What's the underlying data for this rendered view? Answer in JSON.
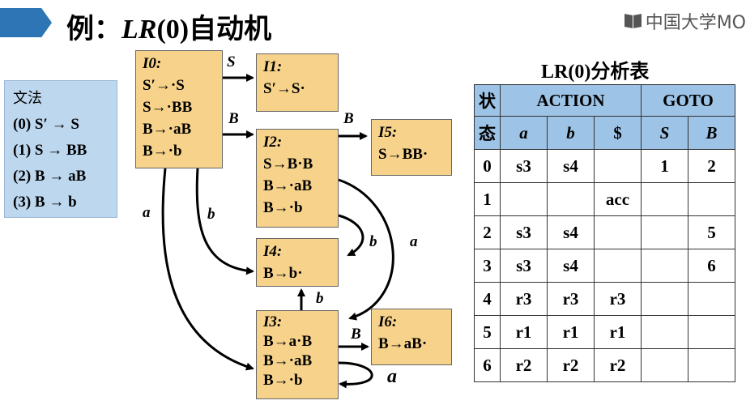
{
  "header": {
    "title_prefix": "例：",
    "title_italic": "LR",
    "title_suffix": "(0)自动机",
    "logo_text": "中国大学MO"
  },
  "grammar": {
    "title": "文法",
    "rules": [
      "(0) S′ → S",
      "(1) S → BB",
      "(2) B → aB",
      "(3) B → b"
    ]
  },
  "states": {
    "I0": {
      "name": "I0:",
      "items": [
        "S′→·S",
        "S→·BB",
        "B→·aB",
        "B→·b"
      ]
    },
    "I1": {
      "name": "I1:",
      "items": [
        "S′→S·"
      ]
    },
    "I2": {
      "name": "I2:",
      "items": [
        "S→B·B",
        "B→·aB",
        "B→·b"
      ]
    },
    "I3": {
      "name": "I3:",
      "items": [
        "B→a·B",
        "B→·aB",
        "B→·b"
      ]
    },
    "I4": {
      "name": "I4:",
      "items": [
        "B→b·"
      ]
    },
    "I5": {
      "name": "I5:",
      "items": [
        "S→BB·"
      ]
    },
    "I6": {
      "name": "I6:",
      "items": [
        "B→aB·"
      ]
    }
  },
  "edges": [
    {
      "from": "I0",
      "to": "I1",
      "label": "S"
    },
    {
      "from": "I0",
      "to": "I2",
      "label": "B"
    },
    {
      "from": "I0",
      "to": "I3",
      "label": "a"
    },
    {
      "from": "I0",
      "to": "I4",
      "label": "b"
    },
    {
      "from": "I2",
      "to": "I5",
      "label": "B"
    },
    {
      "from": "I2",
      "to": "I4",
      "label": "b"
    },
    {
      "from": "I2",
      "to": "I3",
      "label": "a"
    },
    {
      "from": "I3",
      "to": "I4",
      "label": "b"
    },
    {
      "from": "I3",
      "to": "I6",
      "label": "B"
    },
    {
      "from": "I3",
      "to": "I3",
      "label": "a"
    }
  ],
  "table": {
    "title": "LR(0)分析表",
    "state_header": [
      "状",
      "态"
    ],
    "action_header": "ACTION",
    "goto_header": "GOTO",
    "action_cols": [
      "a",
      "b",
      "$"
    ],
    "goto_cols": [
      "S",
      "B"
    ],
    "rows": [
      [
        "0",
        "s3",
        "s4",
        "",
        "1",
        "2"
      ],
      [
        "1",
        "",
        "",
        "acc",
        "",
        ""
      ],
      [
        "2",
        "s3",
        "s4",
        "",
        "",
        "5"
      ],
      [
        "3",
        "s3",
        "s4",
        "",
        "",
        "6"
      ],
      [
        "4",
        "r3",
        "r3",
        "r3",
        "",
        ""
      ],
      [
        "5",
        "r1",
        "r1",
        "r1",
        "",
        ""
      ],
      [
        "6",
        "r2",
        "r2",
        "r2",
        "",
        ""
      ]
    ]
  }
}
